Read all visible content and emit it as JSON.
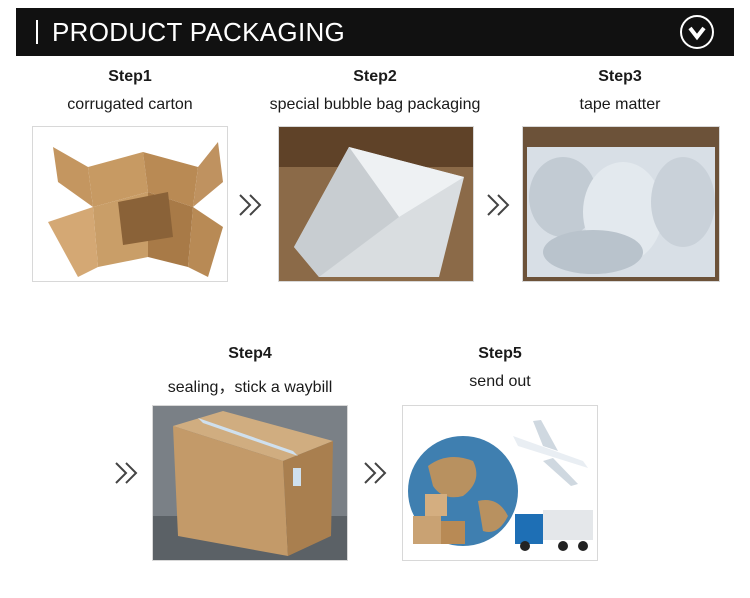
{
  "header": {
    "title": "PRODUCT PACKAGING",
    "toggle_icon": "chevron-down-circle-icon"
  },
  "colors": {
    "header_bg": "#111111",
    "header_text": "#ffffff",
    "kraft": "#b88a55",
    "sky": "#e6eef5"
  },
  "steps": [
    {
      "title": "Step1",
      "subtitle": "corrugated carton",
      "image": "open-cardboard-box-image"
    },
    {
      "title": "Step2",
      "subtitle": "special bubble bag packaging",
      "image": "bubble-bag-image"
    },
    {
      "title": "Step3",
      "subtitle": "tape matter",
      "image": "bubble-wrap-filled-box-image"
    },
    {
      "title": "Step4",
      "subtitle": "sealing，stick a waybill",
      "image": "sealed-box-image"
    },
    {
      "title": "Step5",
      "subtitle": "send out",
      "image": "globe-shipping-image"
    }
  ],
  "arrow_icon": "double-chevron-right-icon"
}
